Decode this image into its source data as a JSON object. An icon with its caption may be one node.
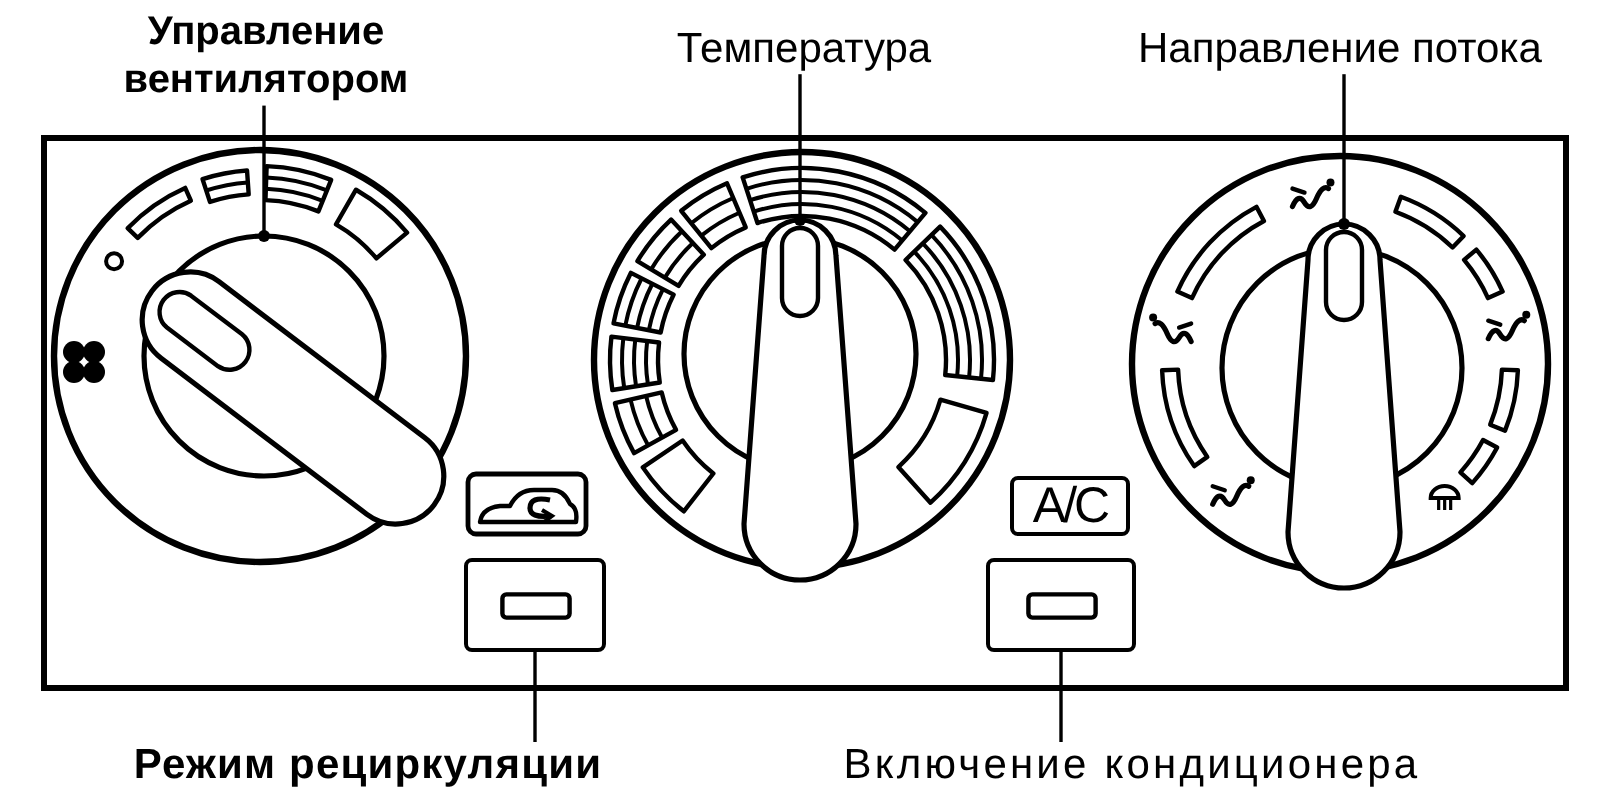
{
  "diagram": {
    "nodes": [
      {
        "text": [
          "Управление вентилятором"
        ]
      },
      {
        "text": [
          "Температура"
        ]
      },
      {
        "text": [
          "Направление потока"
        ]
      },
      {
        "text": [],
        "shape": "picture"
      },
      {
        "text": [],
        "shape": "picture"
      },
      {
        "text": [],
        "shape": "picture"
      },
      {
        "text": [
          "A/C"
        ]
      },
      {
        "text": [],
        "shape": "box"
      },
      {
        "text": [],
        "shape": "box"
      },
      {
        "text": [
          "Режим рециркуляции"
        ]
      },
      {
        "text": [
          "Включение кондиционера"
        ]
      }
    ],
    "edges": [
      {
        "from": 0,
        "to": 3,
        "arrow": "other"
      },
      {
        "from": 1,
        "to": 4,
        "arrow": "other"
      },
      {
        "from": 2,
        "to": 5,
        "arrow": "other"
      },
      {
        "from": 9,
        "to": 7,
        "arrow": "none"
      },
      {
        "from": 10,
        "to": 8,
        "arrow": "none"
      }
    ]
  }
}
